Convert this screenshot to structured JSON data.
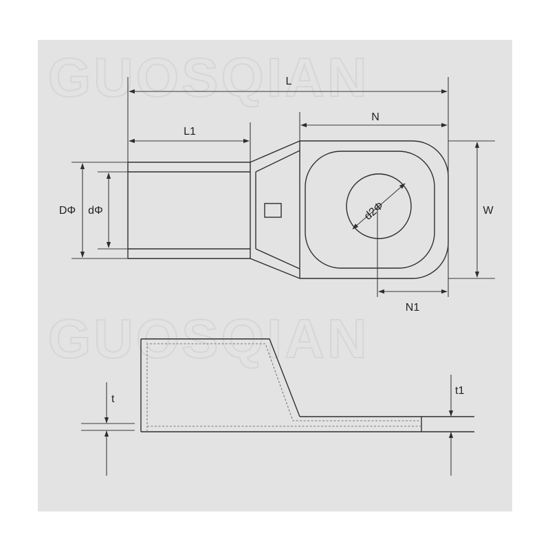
{
  "watermark": "GUOSQIAN",
  "labels": {
    "L": "L",
    "L1": "L1",
    "N": "N",
    "N1": "N1",
    "W": "W",
    "D": "DΦ",
    "d": "dΦ",
    "d2": "d2Φ",
    "t": "t",
    "t1": "t1"
  },
  "colors": {
    "background": "#e3e3e3",
    "line": "#2e2e2e",
    "hidden_line": "#777777"
  }
}
